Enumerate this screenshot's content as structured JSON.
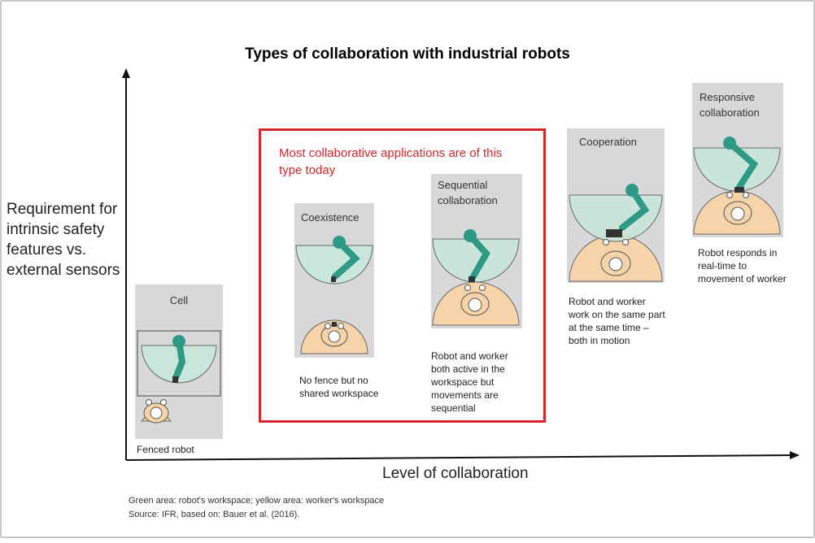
{
  "title": "Types of collaboration with industrial robots",
  "y_axis_label": "Requirement for intrinsic safety features vs. external sensors",
  "x_axis_label": "Level of collaboration",
  "highlight": {
    "text": "Most collaborative applications are of this type today",
    "color": "#d7262b"
  },
  "colors": {
    "robot_workspace": "#c9e6da",
    "worker_workspace": "#f6d3a9",
    "robot_arm": "#2e9a86",
    "panel_background": "#d8d8d8"
  },
  "stages": [
    {
      "title": "Cell",
      "description": "Fenced robot"
    },
    {
      "title": "Coexistence",
      "description": "No fence but no shared workspace"
    },
    {
      "title": "Sequential collaboration",
      "description": "Robot and worker both active in the workspace but movements are sequential"
    },
    {
      "title": "Cooperation",
      "description": "Robot and worker work on the same part at the same time – both in motion"
    },
    {
      "title": "Responsive collaboration",
      "description": "Robot responds in real-time to movement of worker"
    }
  ],
  "footnotes": {
    "legend": "Green area: robot's workspace; yellow area: worker's workspace",
    "source": "Source: IFR, based on: Bauer et al. (2016)."
  }
}
